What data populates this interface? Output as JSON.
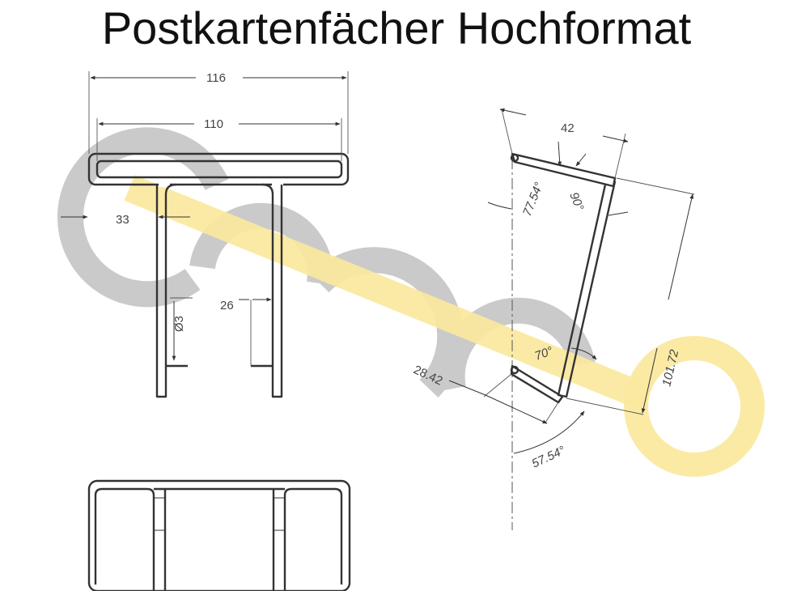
{
  "title": "Postkartenfächer Hochformat",
  "colors": {
    "watermark_grey": "#c8c8c8",
    "watermark_yellow": "#fbe89a",
    "line": "#333333",
    "text": "#111111"
  },
  "dimensions": {
    "width_outer": "116",
    "width_inner": "110",
    "leg_offset": "33",
    "leg_gap": "26",
    "hole_diameter": "Ø3",
    "top_length": "42",
    "angle_top_left": "77.54°",
    "angle_right": "90°",
    "height": "101.72",
    "angle_inner": "70°",
    "foot_length": "28.42",
    "angle_bottom": "57.54°"
  }
}
